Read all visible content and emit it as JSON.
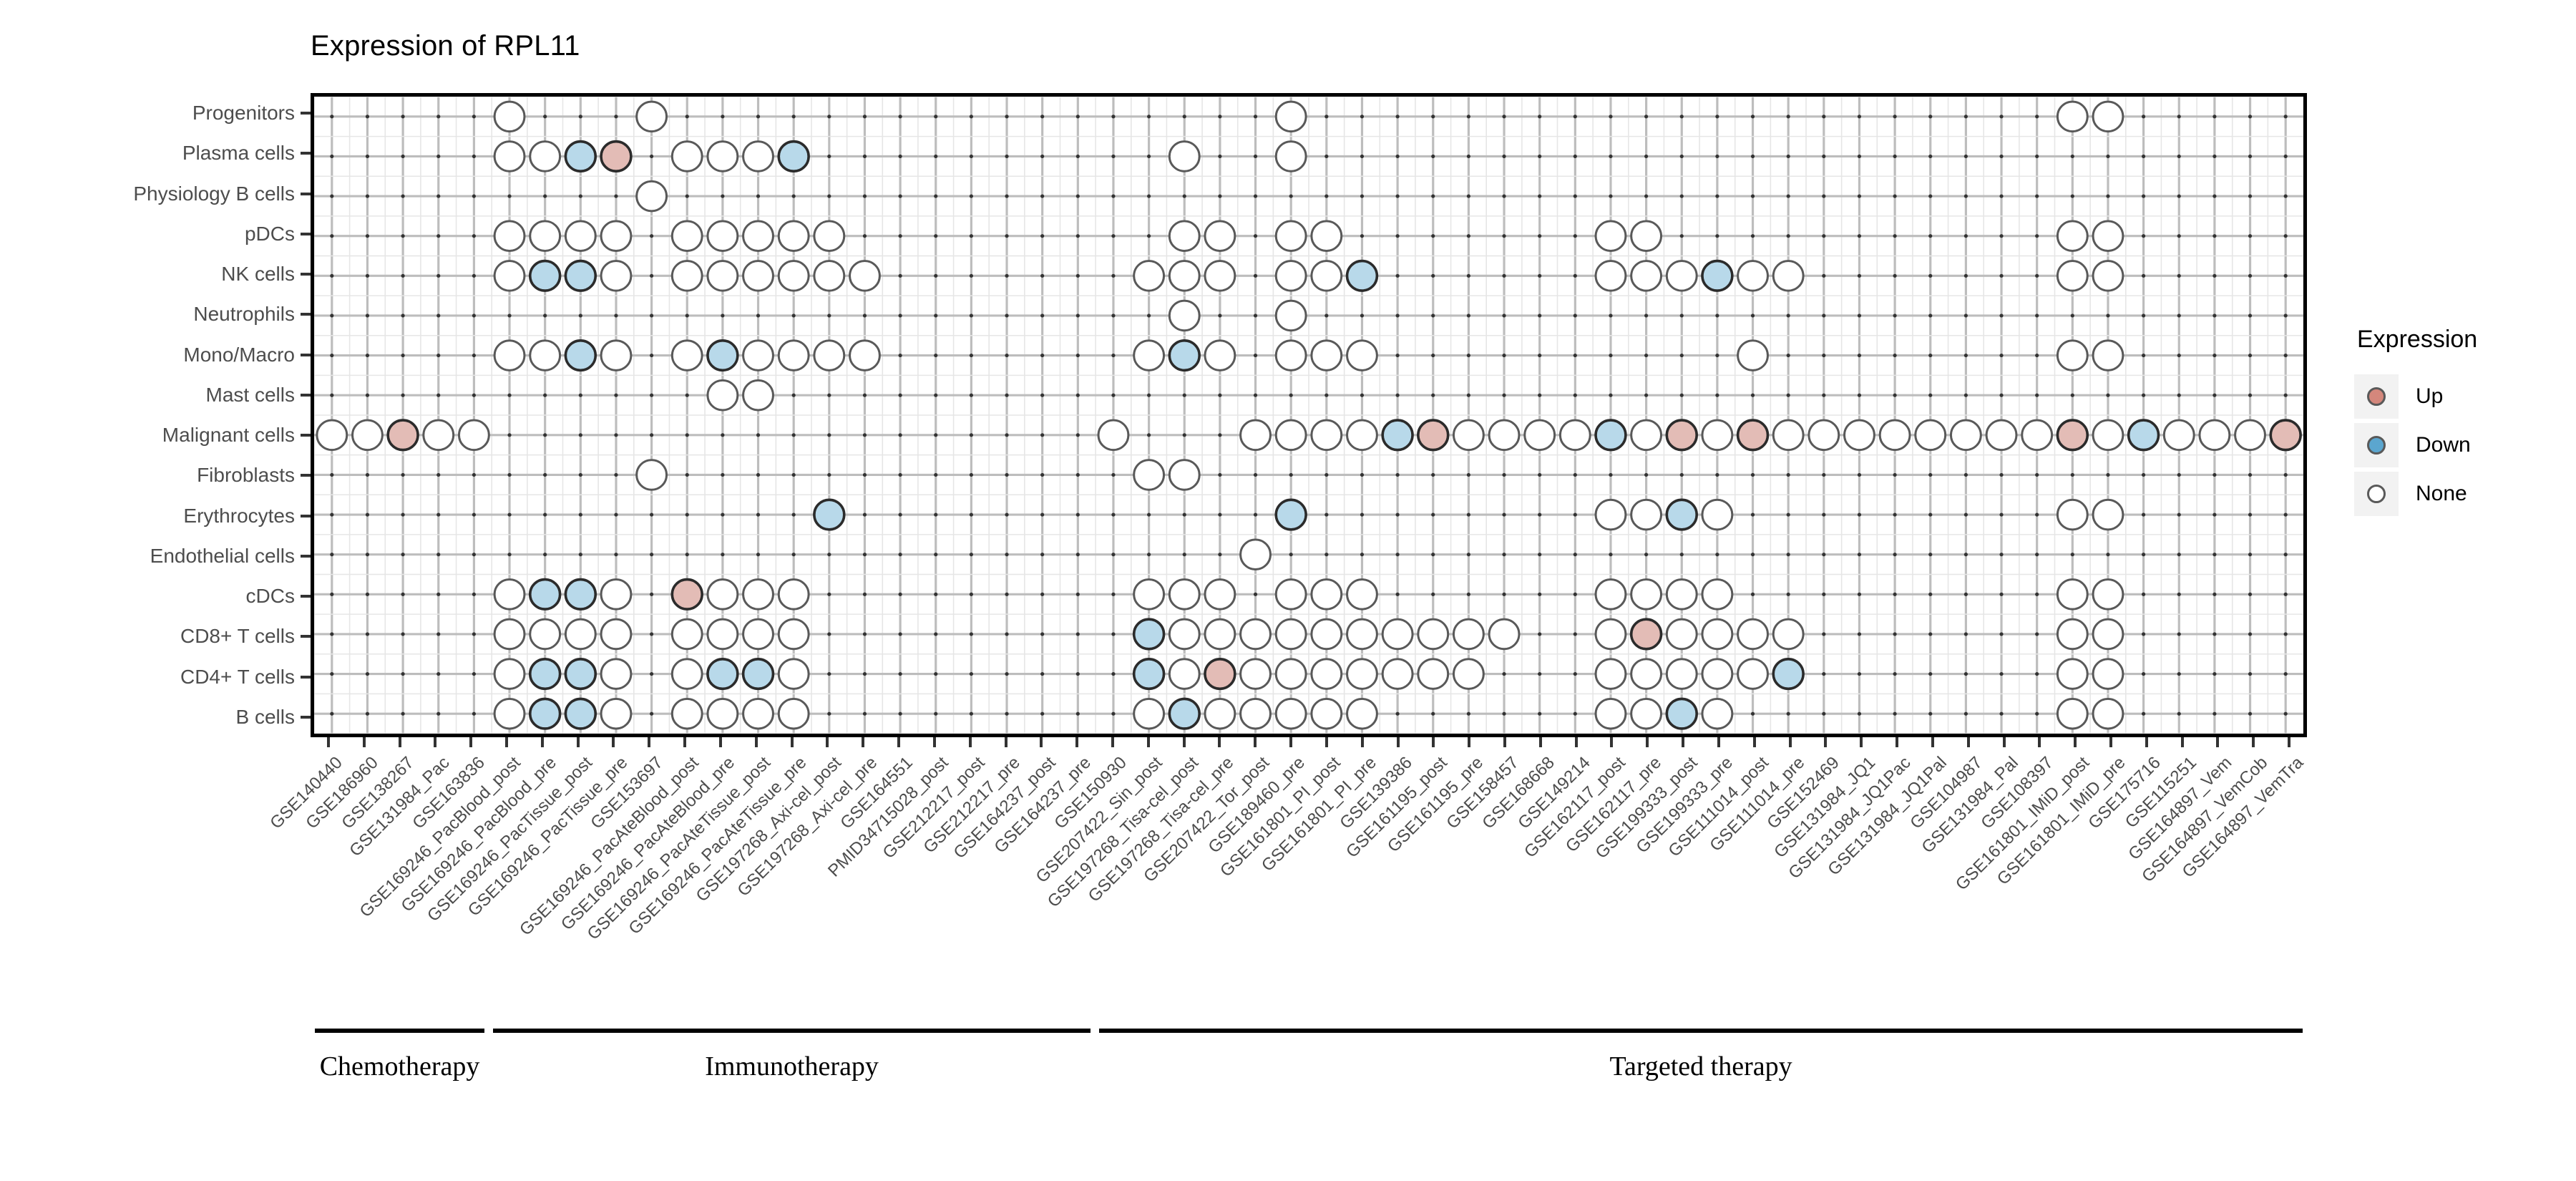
{
  "chart_data": {
    "type": "heatmap",
    "title": "Expression of RPL11",
    "xlabel": "",
    "ylabel": "",
    "grid": true,
    "legend_position": "right",
    "legend": {
      "title": "Expression",
      "entries": [
        {
          "label": "Up",
          "color": "#d4877c"
        },
        {
          "label": "Down",
          "color": "#5ba6cf"
        },
        {
          "label": "None",
          "color": "#ffffff"
        }
      ]
    },
    "categories_y": [
      "Progenitors",
      "Plasma cells",
      "Physiology B cells",
      "pDCs",
      "NK cells",
      "Neutrophils",
      "Mono/Macro",
      "Mast cells",
      "Malignant cells",
      "Fibroblasts",
      "Erythrocytes",
      "Endothelial cells",
      "cDCs",
      "CD8+ T cells",
      "CD4+ T cells",
      "B cells"
    ],
    "categories_x": [
      "GSE140440",
      "GSE186960",
      "GSE138267",
      "GSE131984_Pac",
      "GSE163836",
      "GSE169246_PacBlood_post",
      "GSE169246_PacBlood_pre",
      "GSE169246_PacTissue_post",
      "GSE169246_PacTissue_pre",
      "GSE153697",
      "GSE169246_PacAteBlood_post",
      "GSE169246_PacAteBlood_pre",
      "GSE169246_PacAteTissue_post",
      "GSE169246_PacAteTissue_pre",
      "GSE197268_Axi-cel_post",
      "GSE197268_Axi-cel_pre",
      "GSE164551",
      "PMID34715028_post",
      "GSE212217_post",
      "GSE212217_pre",
      "GSE164237_post",
      "GSE164237_pre",
      "GSE150930",
      "GSE207422_Sin_post",
      "GSE197268_Tisa-cel_post",
      "GSE197268_Tisa-cel_pre",
      "GSE207422_Tor_post",
      "GSE189460_pre",
      "GSE161801_PI_post",
      "GSE161801_PI_pre",
      "GSE139386",
      "GSE161195_post",
      "GSE161195_pre",
      "GSE158457",
      "GSE168668",
      "GSE149214",
      "GSE162117_post",
      "GSE162117_pre",
      "GSE199333_post",
      "GSE199333_pre",
      "GSE111014_post",
      "GSE111014_pre",
      "GSE152469",
      "GSE131984_JQ1",
      "GSE131984_JQ1Pac",
      "GSE131984_JQ1Pal",
      "GSE104987",
      "GSE131984_Pal",
      "GSE108397",
      "GSE161801_IMiD_post",
      "GSE161801_IMiD_pre",
      "GSE175716",
      "GSE115251",
      "GSE164897_Vem",
      "GSE164897_VemCob",
      "GSE164897_VemTra"
    ],
    "value_legend": {
      "0": "None",
      "1": "Down",
      "2": "Up",
      "-1": "absent"
    },
    "matrix": [
      [
        -1,
        -1,
        -1,
        -1,
        -1,
        0,
        -1,
        -1,
        -1,
        0,
        -1,
        -1,
        -1,
        -1,
        -1,
        -1,
        -1,
        -1,
        -1,
        -1,
        -1,
        -1,
        -1,
        -1,
        -1,
        -1,
        -1,
        0,
        -1,
        -1,
        -1,
        -1,
        -1,
        -1,
        -1,
        -1,
        -1,
        -1,
        -1,
        -1,
        -1,
        -1,
        -1,
        -1,
        -1,
        -1,
        -1,
        -1,
        -1,
        0,
        0,
        -1,
        -1,
        -1,
        -1,
        -1
      ],
      [
        -1,
        -1,
        -1,
        -1,
        -1,
        0,
        0,
        1,
        2,
        -1,
        0,
        0,
        0,
        1,
        -1,
        -1,
        -1,
        -1,
        -1,
        -1,
        -1,
        -1,
        -1,
        -1,
        0,
        -1,
        -1,
        0,
        -1,
        -1,
        -1,
        -1,
        -1,
        -1,
        -1,
        -1,
        -1,
        -1,
        -1,
        -1,
        -1,
        -1,
        -1,
        -1,
        -1,
        -1,
        -1,
        -1,
        -1,
        -1,
        -1,
        -1,
        -1,
        -1,
        -1,
        -1
      ],
      [
        -1,
        -1,
        -1,
        -1,
        -1,
        -1,
        -1,
        -1,
        -1,
        0,
        -1,
        -1,
        -1,
        -1,
        -1,
        -1,
        -1,
        -1,
        -1,
        -1,
        -1,
        -1,
        -1,
        -1,
        -1,
        -1,
        -1,
        -1,
        -1,
        -1,
        -1,
        -1,
        -1,
        -1,
        -1,
        -1,
        -1,
        -1,
        -1,
        -1,
        -1,
        -1,
        -1,
        -1,
        -1,
        -1,
        -1,
        -1,
        -1,
        -1,
        -1,
        -1,
        -1,
        -1,
        -1,
        -1
      ],
      [
        -1,
        -1,
        -1,
        -1,
        -1,
        0,
        0,
        0,
        0,
        -1,
        0,
        0,
        0,
        0,
        0,
        -1,
        -1,
        -1,
        -1,
        -1,
        -1,
        -1,
        -1,
        -1,
        0,
        0,
        -1,
        0,
        0,
        -1,
        -1,
        -1,
        -1,
        -1,
        -1,
        -1,
        0,
        0,
        -1,
        -1,
        -1,
        -1,
        -1,
        -1,
        -1,
        -1,
        -1,
        -1,
        -1,
        0,
        0,
        -1,
        -1,
        -1,
        -1,
        -1
      ],
      [
        -1,
        -1,
        -1,
        -1,
        -1,
        0,
        1,
        1,
        0,
        -1,
        0,
        0,
        0,
        0,
        0,
        0,
        -1,
        -1,
        -1,
        -1,
        -1,
        -1,
        -1,
        0,
        0,
        0,
        -1,
        0,
        0,
        1,
        -1,
        -1,
        -1,
        -1,
        -1,
        -1,
        0,
        0,
        0,
        1,
        0,
        0,
        -1,
        -1,
        -1,
        -1,
        -1,
        -1,
        -1,
        0,
        0,
        -1,
        -1,
        -1,
        -1,
        -1
      ],
      [
        -1,
        -1,
        -1,
        -1,
        -1,
        -1,
        -1,
        -1,
        -1,
        -1,
        -1,
        -1,
        -1,
        -1,
        -1,
        -1,
        -1,
        -1,
        -1,
        -1,
        -1,
        -1,
        -1,
        -1,
        0,
        -1,
        -1,
        0,
        -1,
        -1,
        -1,
        -1,
        -1,
        -1,
        -1,
        -1,
        -1,
        -1,
        -1,
        -1,
        -1,
        -1,
        -1,
        -1,
        -1,
        -1,
        -1,
        -1,
        -1,
        -1,
        -1,
        -1,
        -1,
        -1,
        -1,
        -1
      ],
      [
        -1,
        -1,
        -1,
        -1,
        -1,
        0,
        0,
        1,
        0,
        -1,
        0,
        1,
        0,
        0,
        0,
        0,
        -1,
        -1,
        -1,
        -1,
        -1,
        -1,
        -1,
        0,
        1,
        0,
        -1,
        0,
        0,
        0,
        -1,
        -1,
        -1,
        -1,
        -1,
        -1,
        -1,
        -1,
        -1,
        -1,
        0,
        -1,
        -1,
        -1,
        -1,
        -1,
        -1,
        -1,
        -1,
        0,
        0,
        -1,
        -1,
        -1,
        -1,
        -1
      ],
      [
        -1,
        -1,
        -1,
        -1,
        -1,
        -1,
        -1,
        -1,
        -1,
        -1,
        -1,
        0,
        0,
        -1,
        -1,
        -1,
        -1,
        -1,
        -1,
        -1,
        -1,
        -1,
        -1,
        -1,
        -1,
        -1,
        -1,
        -1,
        -1,
        -1,
        -1,
        -1,
        -1,
        -1,
        -1,
        -1,
        -1,
        -1,
        -1,
        -1,
        -1,
        -1,
        -1,
        -1,
        -1,
        -1,
        -1,
        -1,
        -1,
        -1,
        -1,
        -1,
        -1,
        -1,
        -1,
        -1
      ],
      [
        0,
        0,
        2,
        0,
        0,
        -1,
        -1,
        -1,
        -1,
        -1,
        -1,
        -1,
        -1,
        -1,
        -1,
        -1,
        -1,
        -1,
        -1,
        -1,
        -1,
        -1,
        0,
        -1,
        -1,
        -1,
        0,
        0,
        0,
        0,
        1,
        2,
        0,
        0,
        0,
        0,
        1,
        0,
        2,
        0,
        2,
        0,
        0,
        0,
        0,
        0,
        0,
        0,
        0,
        2,
        0,
        1,
        0,
        0,
        0,
        2
      ],
      [
        -1,
        -1,
        -1,
        -1,
        -1,
        -1,
        -1,
        -1,
        -1,
        0,
        -1,
        -1,
        -1,
        -1,
        -1,
        -1,
        -1,
        -1,
        -1,
        -1,
        -1,
        -1,
        -1,
        0,
        0,
        -1,
        -1,
        -1,
        -1,
        -1,
        -1,
        -1,
        -1,
        -1,
        -1,
        -1,
        -1,
        -1,
        -1,
        -1,
        -1,
        -1,
        -1,
        -1,
        -1,
        -1,
        -1,
        -1,
        -1,
        -1,
        -1,
        -1,
        -1,
        -1,
        -1,
        -1
      ],
      [
        -1,
        -1,
        -1,
        -1,
        -1,
        -1,
        -1,
        -1,
        -1,
        -1,
        -1,
        -1,
        -1,
        -1,
        1,
        -1,
        -1,
        -1,
        -1,
        -1,
        -1,
        -1,
        -1,
        -1,
        -1,
        -1,
        -1,
        1,
        -1,
        -1,
        -1,
        -1,
        -1,
        -1,
        -1,
        -1,
        0,
        0,
        1,
        0,
        -1,
        -1,
        -1,
        -1,
        -1,
        -1,
        -1,
        -1,
        -1,
        0,
        0,
        -1,
        -1,
        -1,
        -1,
        -1
      ],
      [
        -1,
        -1,
        -1,
        -1,
        -1,
        -1,
        -1,
        -1,
        -1,
        -1,
        -1,
        -1,
        -1,
        -1,
        -1,
        -1,
        -1,
        -1,
        -1,
        -1,
        -1,
        -1,
        -1,
        -1,
        -1,
        -1,
        0,
        -1,
        -1,
        -1,
        -1,
        -1,
        -1,
        -1,
        -1,
        -1,
        -1,
        -1,
        -1,
        -1,
        -1,
        -1,
        -1,
        -1,
        -1,
        -1,
        -1,
        -1,
        -1,
        -1,
        -1,
        -1,
        -1,
        -1,
        -1,
        -1
      ],
      [
        -1,
        -1,
        -1,
        -1,
        -1,
        0,
        1,
        1,
        0,
        -1,
        2,
        0,
        0,
        0,
        -1,
        -1,
        -1,
        -1,
        -1,
        -1,
        -1,
        -1,
        -1,
        0,
        0,
        0,
        -1,
        0,
        0,
        0,
        -1,
        -1,
        -1,
        -1,
        -1,
        -1,
        0,
        0,
        0,
        0,
        -1,
        -1,
        -1,
        -1,
        -1,
        -1,
        -1,
        -1,
        -1,
        0,
        0,
        -1,
        -1,
        -1,
        -1,
        -1
      ],
      [
        -1,
        -1,
        -1,
        -1,
        -1,
        0,
        0,
        0,
        0,
        -1,
        0,
        0,
        0,
        0,
        -1,
        -1,
        -1,
        -1,
        -1,
        -1,
        -1,
        -1,
        -1,
        1,
        0,
        0,
        0,
        0,
        0,
        0,
        0,
        0,
        0,
        0,
        -1,
        -1,
        0,
        2,
        0,
        0,
        0,
        0,
        -1,
        -1,
        -1,
        -1,
        -1,
        -1,
        -1,
        0,
        0,
        -1,
        -1,
        -1,
        -1,
        -1
      ],
      [
        -1,
        -1,
        -1,
        -1,
        -1,
        0,
        1,
        1,
        0,
        -1,
        0,
        1,
        1,
        0,
        -1,
        -1,
        -1,
        -1,
        -1,
        -1,
        -1,
        -1,
        -1,
        1,
        0,
        2,
        0,
        0,
        0,
        0,
        0,
        0,
        0,
        -1,
        -1,
        -1,
        0,
        0,
        0,
        0,
        0,
        1,
        -1,
        -1,
        -1,
        -1,
        -1,
        -1,
        -1,
        0,
        0,
        -1,
        -1,
        -1,
        -1,
        -1
      ],
      [
        -1,
        -1,
        -1,
        -1,
        -1,
        0,
        1,
        1,
        0,
        -1,
        0,
        0,
        0,
        0,
        -1,
        -1,
        -1,
        -1,
        -1,
        -1,
        -1,
        -1,
        -1,
        0,
        1,
        0,
        0,
        0,
        0,
        0,
        -1,
        -1,
        -1,
        -1,
        -1,
        -1,
        0,
        0,
        1,
        0,
        -1,
        -1,
        -1,
        -1,
        -1,
        -1,
        -1,
        -1,
        -1,
        0,
        0,
        -1,
        -1,
        -1,
        -1,
        -1
      ]
    ],
    "x_groups": [
      {
        "label": "Chemotherapy",
        "start_index": 0,
        "end_index": 4
      },
      {
        "label": "Immunotherapy",
        "start_index": 5,
        "end_index": 21
      },
      {
        "label": "Targeted therapy",
        "start_index": 22,
        "end_index": 55
      }
    ],
    "colors": {
      "up": "#e3bcb6",
      "down": "#b8d9ea",
      "none": "#ffffff",
      "dot_stroke_strong": "#2b2b2b",
      "dot_stroke_light": "#595959",
      "gridline_major": "#bdbdbd",
      "gridline_minor": "#e6e6e6",
      "panel_border": "#000000",
      "axis_text": "#4d4d4d"
    }
  }
}
